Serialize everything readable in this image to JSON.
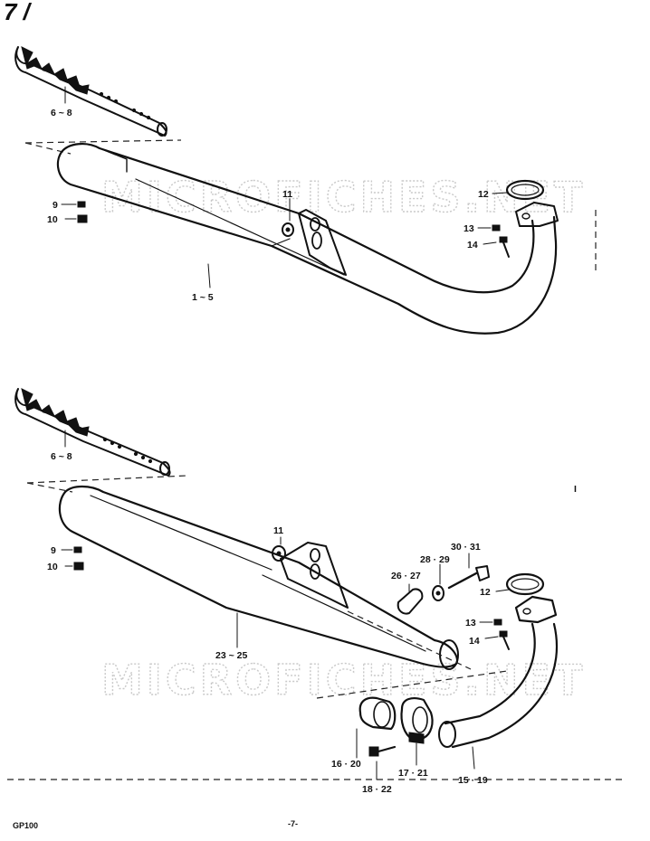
{
  "watermark": "MICROFICHES.NET",
  "header_mark": "7 /",
  "footer": {
    "model": "GP100",
    "page": "-7-"
  },
  "upper_callouts": {
    "c_6_8": "6 ~ 8",
    "c_9": "9",
    "c_10": "10",
    "c_11": "11",
    "c_12": "12",
    "c_13": "13",
    "c_14": "14",
    "c_1_5": "1 ~ 5"
  },
  "lower_callouts": {
    "c_6_8": "6 ~ 8",
    "c_9": "9",
    "c_10": "10",
    "c_11": "11",
    "c_12": "12",
    "c_13": "13",
    "c_14": "14",
    "c_23_25": "23 ~ 25",
    "c_26_27": "26 · 27",
    "c_28_29": "28 · 29",
    "c_30_31": "30 · 31",
    "c_16_20": "16 · 20",
    "c_17_21": "17 · 21",
    "c_18_22": "18 · 22",
    "c_15_19": "15 · 19"
  },
  "stray_mark": "I"
}
